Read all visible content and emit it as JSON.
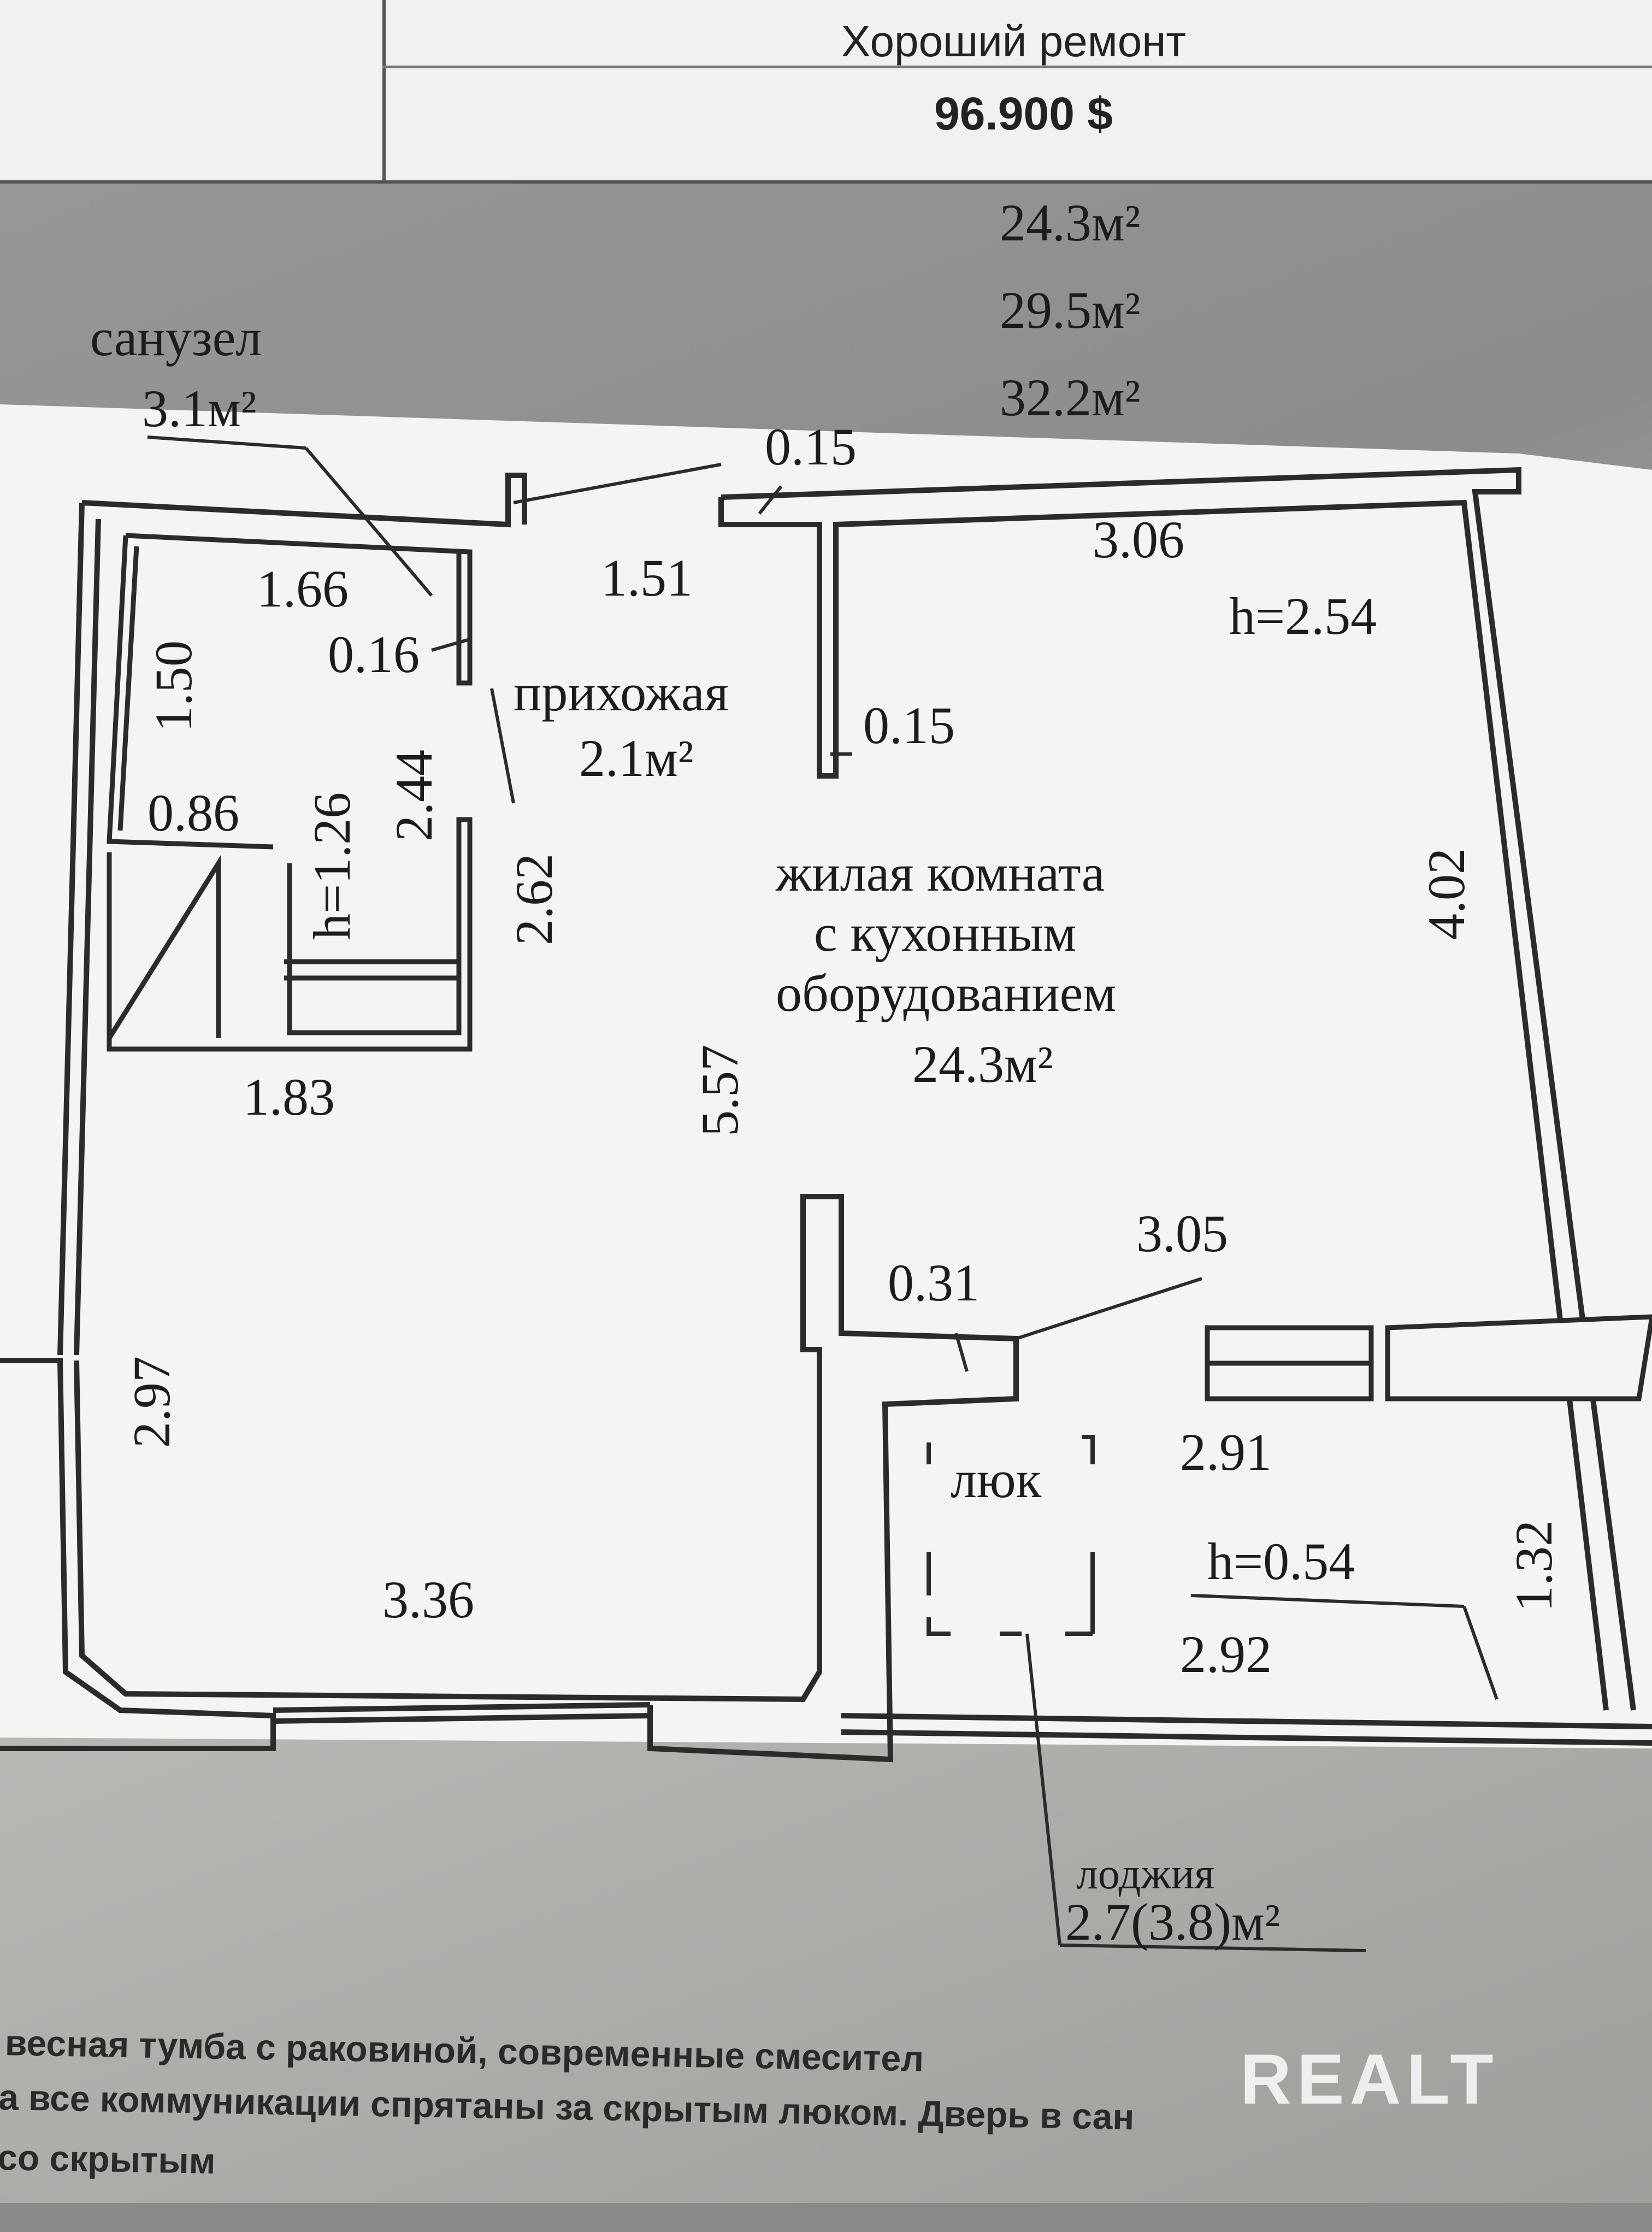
{
  "header": {
    "renovation_label": "Хороший ремонт",
    "price": "96.900 $"
  },
  "areas": {
    "living_area": "24.3м²",
    "total_area_no_loggia": "29.5м²",
    "total_area": "32.2м²"
  },
  "rooms": {
    "bathroom": {
      "name": "санузел",
      "area": "3.1м²"
    },
    "hallway": {
      "name": "прихожая",
      "area": "2.1м²"
    },
    "living_room": {
      "name_line1": "жилая комната",
      "name_line2": "с кухонным",
      "name_line3": "оборудованием",
      "area": "24.3м²"
    },
    "hatch": "люк",
    "loggia": {
      "name": "лоджия",
      "area": "2.7(3.8)м²"
    }
  },
  "dimensions": {
    "wall_015_top": "0.15",
    "hall_151": "1.51",
    "room_306": "3.06",
    "room_h254": "h=2.54",
    "bath_166": "1.66",
    "bath_150": "1.50",
    "bath_016": "0.16",
    "wall_015_mid": "0.15",
    "bath_086": "0.86",
    "bath_h126": "h=1.26",
    "bath_244": "2.44",
    "hall_262": "2.62",
    "room_402": "4.02",
    "room_557": "5.57",
    "hall_183": "1.83",
    "wall_031": "0.31",
    "room_305": "3.05",
    "left_297": "2.97",
    "loggia_291": "2.91",
    "loggia_h054": "h=0.54",
    "loggia_132": "1.32",
    "room_336": "3.36",
    "loggia_292": "2.92"
  },
  "description": {
    "line1": "весная тумба с раковиной, современные смесител",
    "line2": "а все коммуникации спрятаны за скрытым люком. Дверь в сан",
    "line3": "со скрытым"
  },
  "watermark": "REALT"
}
